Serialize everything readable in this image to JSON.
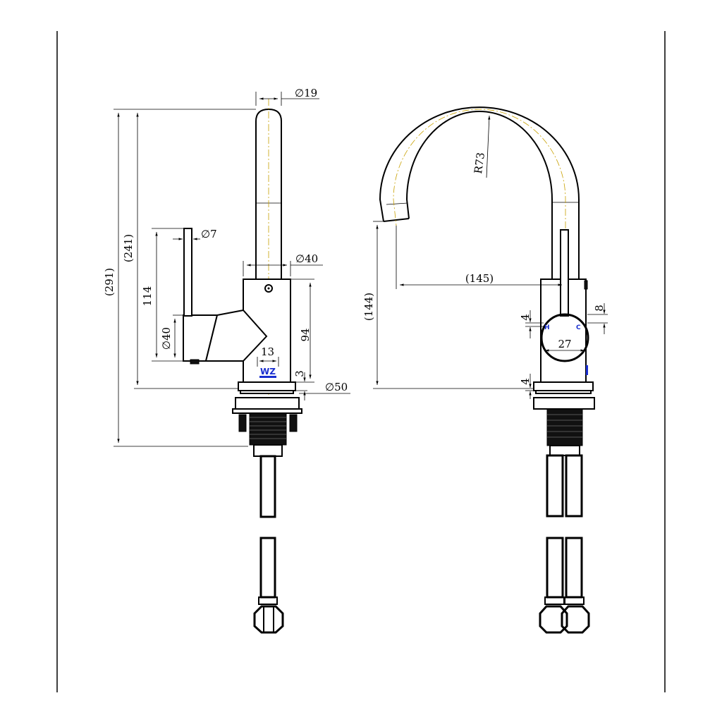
{
  "side_view": {
    "dims": {
      "spout_diameter": "∅19",
      "lever_diameter": "∅7",
      "body_diameter": "∅40",
      "handle_diameter": "∅40",
      "base_diameter": "∅50",
      "total_height": "(291)",
      "height_above_deck": "(241)",
      "lever_height": "114",
      "body_height": "94",
      "offset_13": "13",
      "plate_3": "3"
    },
    "logo": "WZ"
  },
  "front_view": {
    "dims": {
      "spout_radius": "R73",
      "spout_reach": "(145)",
      "spout_outlet_height": "(144)",
      "handle_diameter": "27",
      "dim_4_upper": "4",
      "dim_4_lower": "4",
      "dim_8": "8"
    },
    "hot_label": "H",
    "cold_label": "C"
  },
  "colors": {
    "line": "#000000",
    "centerline": "#c8a000",
    "marking": "#1a2fd0"
  }
}
